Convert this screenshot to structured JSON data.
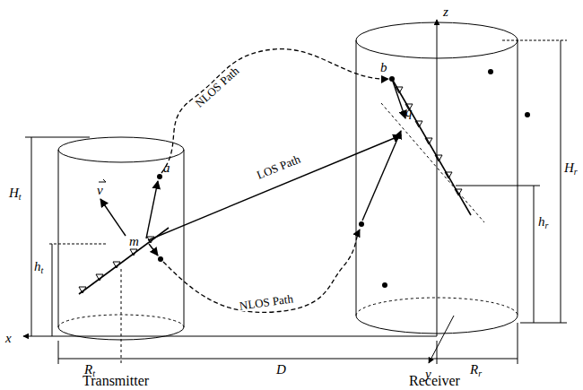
{
  "diagram": {
    "labels": [
      "NLOS Path",
      "LOS Path",
      "NLOS Path",
      "z",
      "x",
      "y",
      "Ht",
      "ht",
      "Rt",
      "D",
      "Hr",
      "hr",
      "Rr",
      "a",
      "b",
      "m",
      "q",
      "v",
      "Transmitter",
      "Receiver"
    ]
  }
}
